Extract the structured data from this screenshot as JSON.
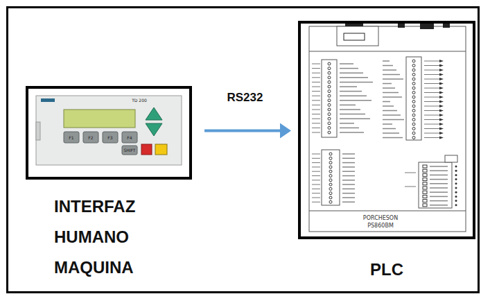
{
  "diagram": {
    "nodes": [
      {
        "text": [
          "INTERFAZ HUMANO MAQUINA"
        ]
      },
      {
        "text": [
          "PLC"
        ]
      }
    ],
    "edges": [
      {
        "from": 0,
        "to": 1,
        "label": "RS232",
        "arrow": "to"
      }
    ],
    "labels": [
      "TD 200",
      "F1",
      "F2",
      "F3",
      "F4",
      "SHIFT",
      "PORCHESON",
      "PS860BM"
    ]
  }
}
